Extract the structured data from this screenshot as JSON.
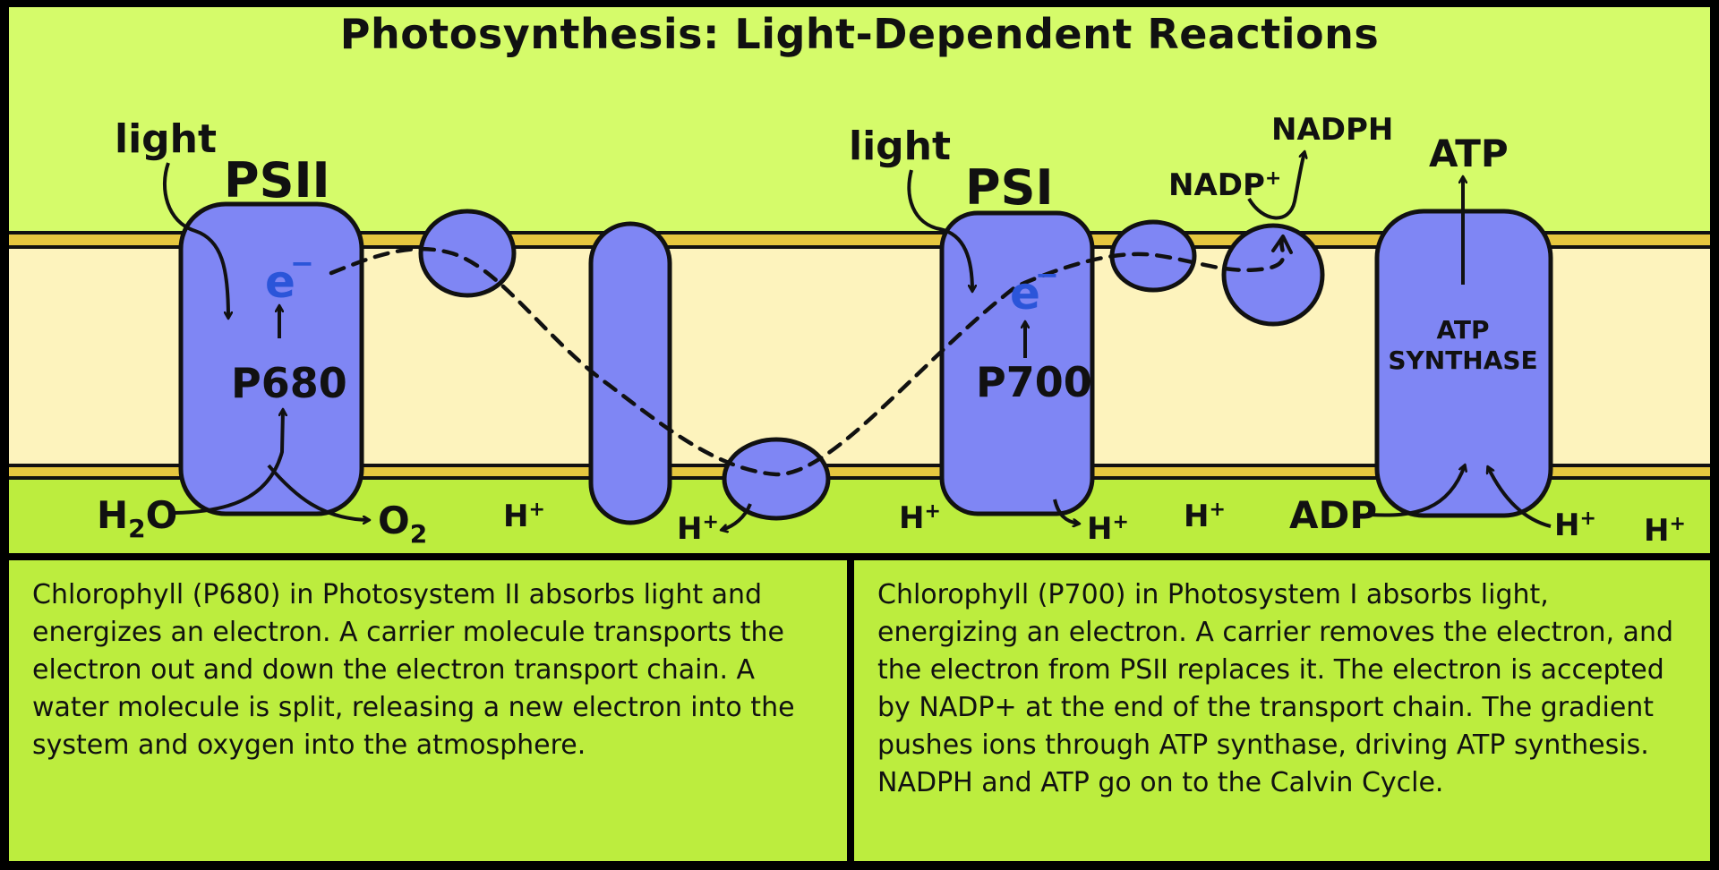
{
  "title": "Photosynthesis: Light-Dependent Reactions",
  "labels": {
    "light_left": "light",
    "light_right": "light",
    "ps2": "PSII",
    "ps1": "PSI",
    "p680": "P680",
    "p700": "P700",
    "electron_left": "e",
    "electron_right": "e",
    "electron_charge": "−",
    "h2o": "H2O",
    "o2": "O2",
    "nadp_plus": "NADP+",
    "nadph": "NADPH",
    "atp": "ATP",
    "atp_synthase_line1": "ATP",
    "atp_synthase_line2": "SYNTHASE",
    "adp": "ADP",
    "h_plus": "H+"
  },
  "panels": {
    "left_text": "Chlorophyll (P680) in Photosystem II absorbs light and energizes an electron. A carrier molecule transports the electron out and down the electron transport chain. A water molecule is split, releasing a new electron into the system and oxygen into the atmosphere.",
    "right_text": "Chlorophyll (P700) in Photosystem I absorbs light, energizing an electron. A carrier removes the electron, and the electron from PSII replaces it. The electron is accepted by NADP+ at the end of the transport chain. The gradient pushes ions through ATP synthase, driving ATP synthesis. NADPH and ATP go on to the Calvin Cycle."
  },
  "colors": {
    "upper_background": "#d5fb6a",
    "lower_band": "#bced3e",
    "membrane_interior": "#fdf3bd",
    "membrane_edge": "#e6c73f",
    "protein": "#7f86f4",
    "electron": "#2b55d9"
  }
}
